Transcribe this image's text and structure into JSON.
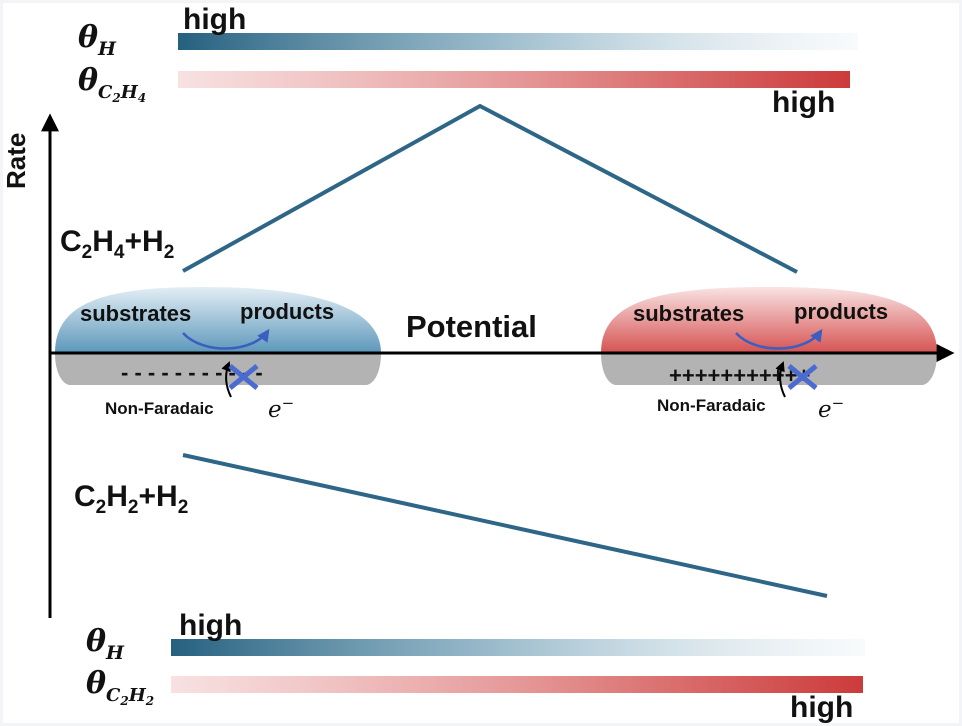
{
  "axes": {
    "x_label": "Potential",
    "y_label": "Rate"
  },
  "top_bars": {
    "theta_h": {
      "symbol": "θ",
      "subscript": "H",
      "label": "high"
    },
    "theta_c2h4": {
      "symbol": "θ",
      "subscript": "C",
      "sub2": "2",
      "sub3": "H",
      "sub4": "4",
      "label": "high"
    }
  },
  "bottom_bars": {
    "theta_h": {
      "symbol": "θ",
      "subscript": "H",
      "label": "high"
    },
    "theta_c2h2": {
      "symbol": "θ",
      "subscript": "C",
      "sub2": "2",
      "sub3": "H",
      "sub4": "2",
      "label": "high"
    }
  },
  "reactions": {
    "ethylene": {
      "a": "C",
      "a_sub": "2",
      "b": "H",
      "b_sub": "4",
      "plus": "+",
      "c": "H",
      "c_sub": "2"
    },
    "acetylene": {
      "a": "C",
      "a_sub": "2",
      "b": "H",
      "b_sub": "2",
      "plus": "+",
      "c": "H",
      "c_sub": "2"
    }
  },
  "left_electrode": {
    "substrates": "substrates",
    "products": "products",
    "charges": "- - - - - - - - - - -",
    "non_faradaic": "Non-Faradaic",
    "electron": "e",
    "electron_sup": "−"
  },
  "right_electrode": {
    "substrates": "substrates",
    "products": "products",
    "charges": "+++++++++++",
    "non_faradaic": "Non-Faradaic",
    "electron": "e",
    "electron_sup": "−"
  },
  "colors": {
    "blue": "#2c6486",
    "red": "#cf4343",
    "line": "#2e6688",
    "axis": "#000000",
    "grey": "#b3b3b3"
  }
}
